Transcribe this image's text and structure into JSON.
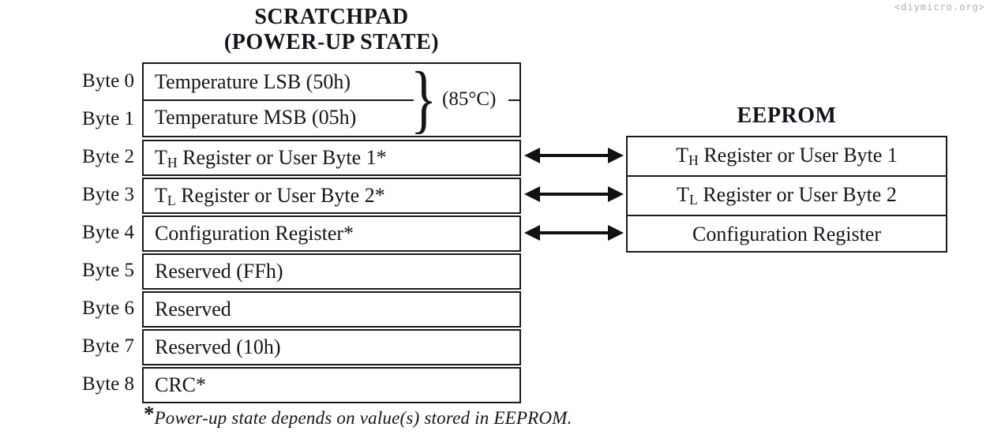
{
  "watermark": "<diymicro.org>",
  "scratchpad": {
    "title_line1": "SCRATCHPAD",
    "title_line2": "(POWER-UP STATE)",
    "brace": "}",
    "temp_annotation": "(85°C)",
    "rows": [
      {
        "label": "Byte 0",
        "pre": "Temperature LSB (50h)",
        "sub": "",
        "post": ""
      },
      {
        "label": "Byte 1",
        "pre": "Temperature MSB (05h)",
        "sub": "",
        "post": ""
      },
      {
        "label": "Byte 2",
        "pre": "T",
        "sub": "H",
        "post": " Register or User Byte 1*"
      },
      {
        "label": "Byte 3",
        "pre": "T",
        "sub": "L",
        "post": " Register or User Byte 2*"
      },
      {
        "label": "Byte 4",
        "pre": "Configuration Register*",
        "sub": "",
        "post": ""
      },
      {
        "label": "Byte 5",
        "pre": "Reserved (FFh)",
        "sub": "",
        "post": ""
      },
      {
        "label": "Byte 6",
        "pre": "Reserved",
        "sub": "",
        "post": ""
      },
      {
        "label": "Byte 7",
        "pre": "Reserved (10h)",
        "sub": "",
        "post": ""
      },
      {
        "label": "Byte 8",
        "pre": "CRC*",
        "sub": "",
        "post": ""
      }
    ]
  },
  "eeprom": {
    "title": "EEPROM",
    "rows": [
      {
        "pre": "T",
        "sub": "H",
        "post": " Register or User Byte 1"
      },
      {
        "pre": "T",
        "sub": "L",
        "post": " Register or User Byte 2"
      },
      {
        "pre": "Configuration Register",
        "sub": "",
        "post": ""
      }
    ]
  },
  "footnote": {
    "marker": "*",
    "text": "Power-up state depends on value(s) stored in EEPROM."
  },
  "colors": {
    "text": "#14141c",
    "border": "#1a1a1a",
    "watermark": "#a9aec0",
    "background": "#ffffff"
  }
}
